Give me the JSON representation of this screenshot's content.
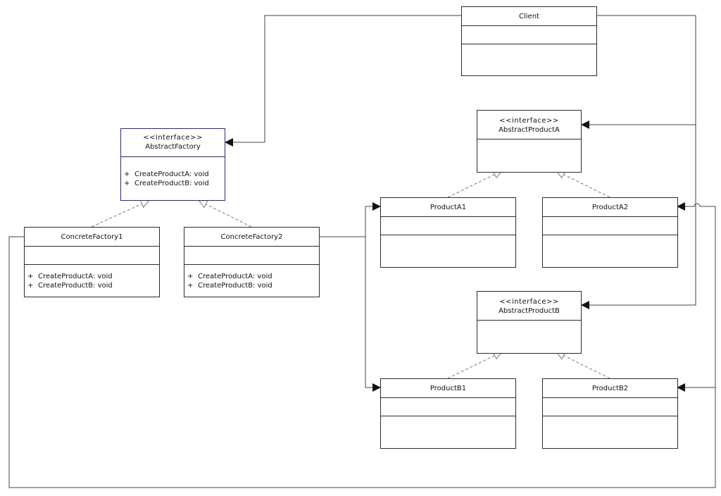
{
  "classes": {
    "client": {
      "name": "Client"
    },
    "abstract_factory": {
      "stereotype": "<<interface>>",
      "name": "AbstractFactory",
      "methods": [
        {
          "vis": "+",
          "sig": "CreateProductA: void"
        },
        {
          "vis": "+",
          "sig": "CreateProductB: void"
        }
      ]
    },
    "abstract_product_a": {
      "stereotype": "<<interface>>",
      "name": "AbstractProductA"
    },
    "abstract_product_b": {
      "stereotype": "<<interface>>",
      "name": "AbstractProductB"
    },
    "concrete_factory_1": {
      "name": "ConcreteFactory1",
      "methods": [
        {
          "vis": "+",
          "sig": "CreateProductA: void"
        },
        {
          "vis": "+",
          "sig": "CreateProductB: void"
        }
      ]
    },
    "concrete_factory_2": {
      "name": "ConcreteFactory2",
      "methods": [
        {
          "vis": "+",
          "sig": "CreateProductA: void"
        },
        {
          "vis": "+",
          "sig": "CreateProductB: void"
        }
      ]
    },
    "product_a1": {
      "name": "ProductA1"
    },
    "product_a2": {
      "name": "ProductA2"
    },
    "product_b1": {
      "name": "ProductB1"
    },
    "product_b2": {
      "name": "ProductB2"
    }
  },
  "relations": [
    {
      "from": "client",
      "to": "abstract_factory",
      "kind": "association"
    },
    {
      "from": "client",
      "to": "abstract_product_a",
      "kind": "association"
    },
    {
      "from": "client",
      "to": "abstract_product_b",
      "kind": "association"
    },
    {
      "from": "concrete_factory_1",
      "to": "abstract_factory",
      "kind": "realization"
    },
    {
      "from": "concrete_factory_2",
      "to": "abstract_factory",
      "kind": "realization"
    },
    {
      "from": "product_a1",
      "to": "abstract_product_a",
      "kind": "realization"
    },
    {
      "from": "product_a2",
      "to": "abstract_product_a",
      "kind": "realization"
    },
    {
      "from": "product_b1",
      "to": "abstract_product_b",
      "kind": "realization"
    },
    {
      "from": "product_b2",
      "to": "abstract_product_b",
      "kind": "realization"
    },
    {
      "from": "concrete_factory_2",
      "to": "product_a1",
      "kind": "association"
    },
    {
      "from": "concrete_factory_2",
      "to": "product_b1",
      "kind": "association"
    },
    {
      "from": "concrete_factory_1",
      "to": "product_a2",
      "kind": "association"
    },
    {
      "from": "concrete_factory_1",
      "to": "product_b2",
      "kind": "association"
    }
  ]
}
